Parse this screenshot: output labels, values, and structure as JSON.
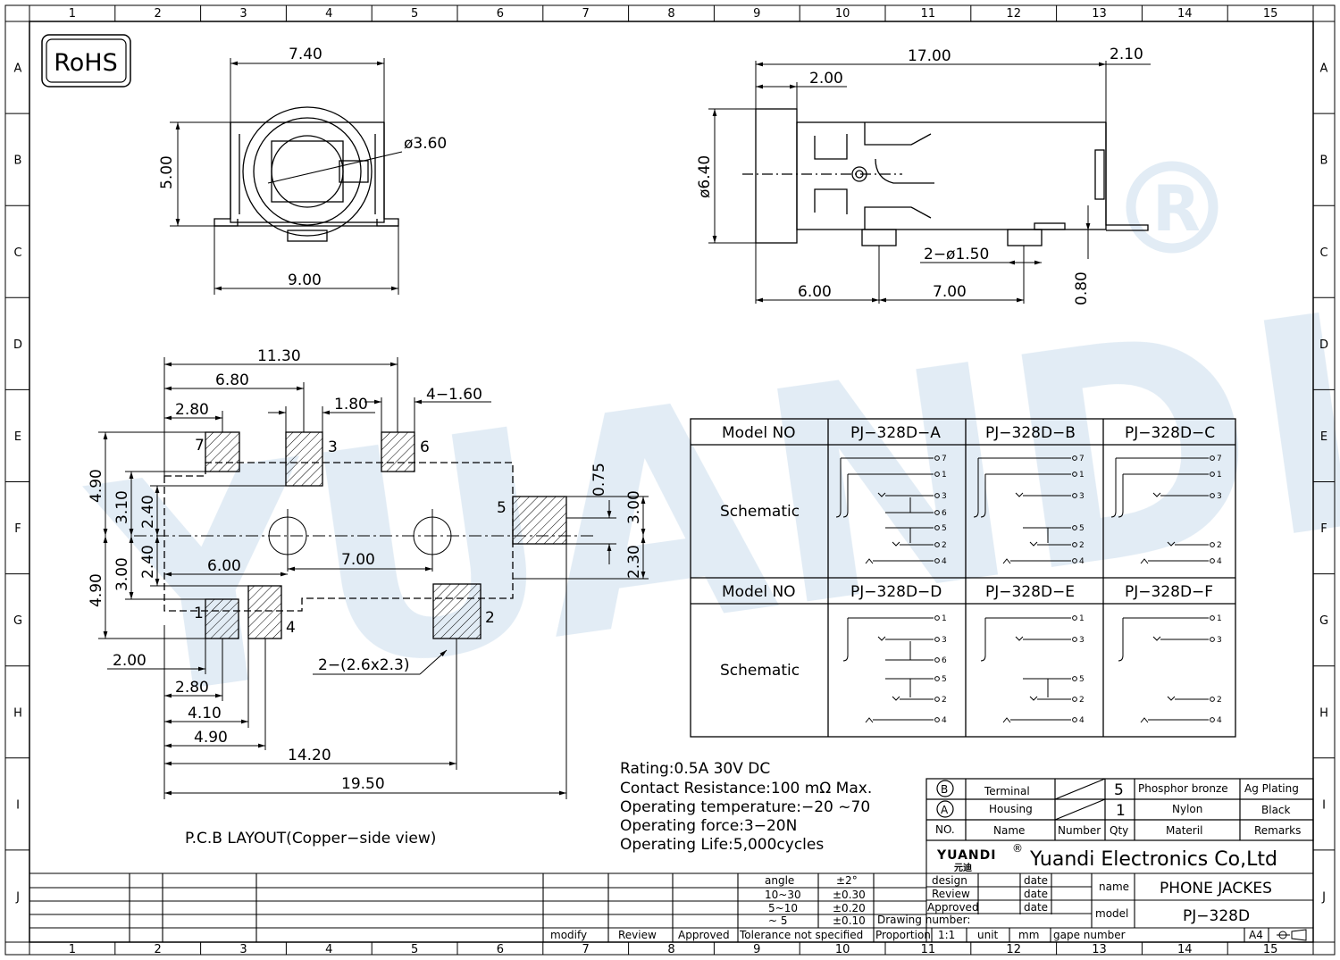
{
  "grid_columns": [
    "1",
    "2",
    "3",
    "4",
    "5",
    "6",
    "7",
    "8",
    "9",
    "10",
    "11",
    "12",
    "13",
    "14",
    "15"
  ],
  "grid_rows": [
    "A",
    "B",
    "C",
    "D",
    "E",
    "F",
    "G",
    "H",
    "I",
    "J"
  ],
  "rohs_label": "RoHS",
  "watermark": {
    "brand": "YUANDI",
    "registered_mark": "®",
    "color": "#1f6fb2"
  },
  "front_view": {
    "width_top": "7.40",
    "height": "5.00",
    "hole_dia": "ø3.60",
    "width_bottom": "9.00"
  },
  "side_view": {
    "total_length": "17.00",
    "tail": "2.10",
    "flange": "2.00",
    "diameter": "ø6.40",
    "pegs": "2−ø1.50",
    "pin_height": "0.80",
    "peg_x1": "6.00",
    "peg_x2": "7.00"
  },
  "pcb": {
    "dims": {
      "d11_30": "11.30",
      "d6_80": "6.80",
      "d2_80_top": "2.80",
      "d1_80": "1.80",
      "d4_1_60": "4−1.60",
      "d4_90_top": "4.90",
      "d3_10": "3.10",
      "d2_40_top": "2.40",
      "d3_00_left": "3.00",
      "d2_40_bot": "2.40",
      "d4_90_bot": "4.90",
      "d6_00": "6.00",
      "d7_00": "7.00",
      "d0_75": "0.75",
      "d3_00_right": "3.00",
      "d2_30": "2.30",
      "d2_00": "2.00",
      "d2_80_bot": "2.80",
      "d4_10": "4.10",
      "d4_90": "4.90",
      "d14_20": "14.20",
      "d19_50": "19.50",
      "pad_size": "2−(2.6x2.3)"
    },
    "pins": [
      "7",
      "3",
      "6",
      "5",
      "1",
      "4",
      "2"
    ],
    "caption": "P.C.B LAYOUT(Copper−side view)"
  },
  "schematic_table": {
    "header": "Model NO",
    "row_label": "Schematic",
    "models_top": [
      "PJ−328D−A",
      "PJ−328D−B",
      "PJ−328D−C"
    ],
    "models_bottom": [
      "PJ−328D−D",
      "PJ−328D−E",
      "PJ−328D−F"
    ],
    "pins": {
      "A": [
        "7",
        "1",
        "3",
        "6",
        "5",
        "2",
        "4"
      ],
      "B": [
        "7",
        "1",
        "3",
        "5",
        "2",
        "4"
      ],
      "C": [
        "7",
        "1",
        "3",
        "2",
        "4"
      ],
      "D": [
        "1",
        "3",
        "6",
        "5",
        "2",
        "4"
      ],
      "E": [
        "1",
        "3",
        "5",
        "2",
        "4"
      ],
      "F": [
        "1",
        "3",
        "2",
        "4"
      ]
    }
  },
  "specs": [
    "Rating:0.5A 30V DC",
    "Contact Resistance:100 mΩ Max.",
    "Operating temperature:−20  ~70",
    "Operating force:3−20N",
    "Operating Life:5,000cycles"
  ],
  "bom": {
    "rows": [
      {
        "id": "B",
        "name": "Terminal",
        "qty": "5",
        "material": "Phosphor bronze",
        "remarks": "Ag Plating"
      },
      {
        "id": "A",
        "name": "Housing",
        "qty": "1",
        "material": "Nylon",
        "remarks": "Black"
      }
    ],
    "header": {
      "no": "NO.",
      "name": "Name",
      "number": "Number",
      "qty": "Qty",
      "material": "Materil",
      "remarks": "Remarks"
    }
  },
  "company": {
    "logo": "YUANDI",
    "logo_cn": "元迪",
    "name": "Yuandi Electronics Co,Ltd"
  },
  "title_block": {
    "design": "design",
    "review": "Review",
    "approved": "Approved",
    "date": "date",
    "name_label": "name",
    "name_value": "PHONE JACKES",
    "model_label": "model",
    "model_value": "PJ−328D",
    "drawing_number": "Drawing number:",
    "proportion": "Proportion",
    "scale": "1:1",
    "unit": "unit",
    "unit_value": "mm",
    "gape_number": "gape number",
    "sheet_size": "A4"
  },
  "tolerance": {
    "angle": "angle",
    "angle_tol": "±2°",
    "r1": "10~30",
    "r1_tol": "±0.30",
    "r2": "5~10",
    "r2_tol": "±0.20",
    "r3": "~ 5",
    "r3_tol": "±0.10",
    "label": "Tolerance not specified"
  },
  "revision": {
    "modify": "modify",
    "review": "Review",
    "approved": "Approved"
  }
}
